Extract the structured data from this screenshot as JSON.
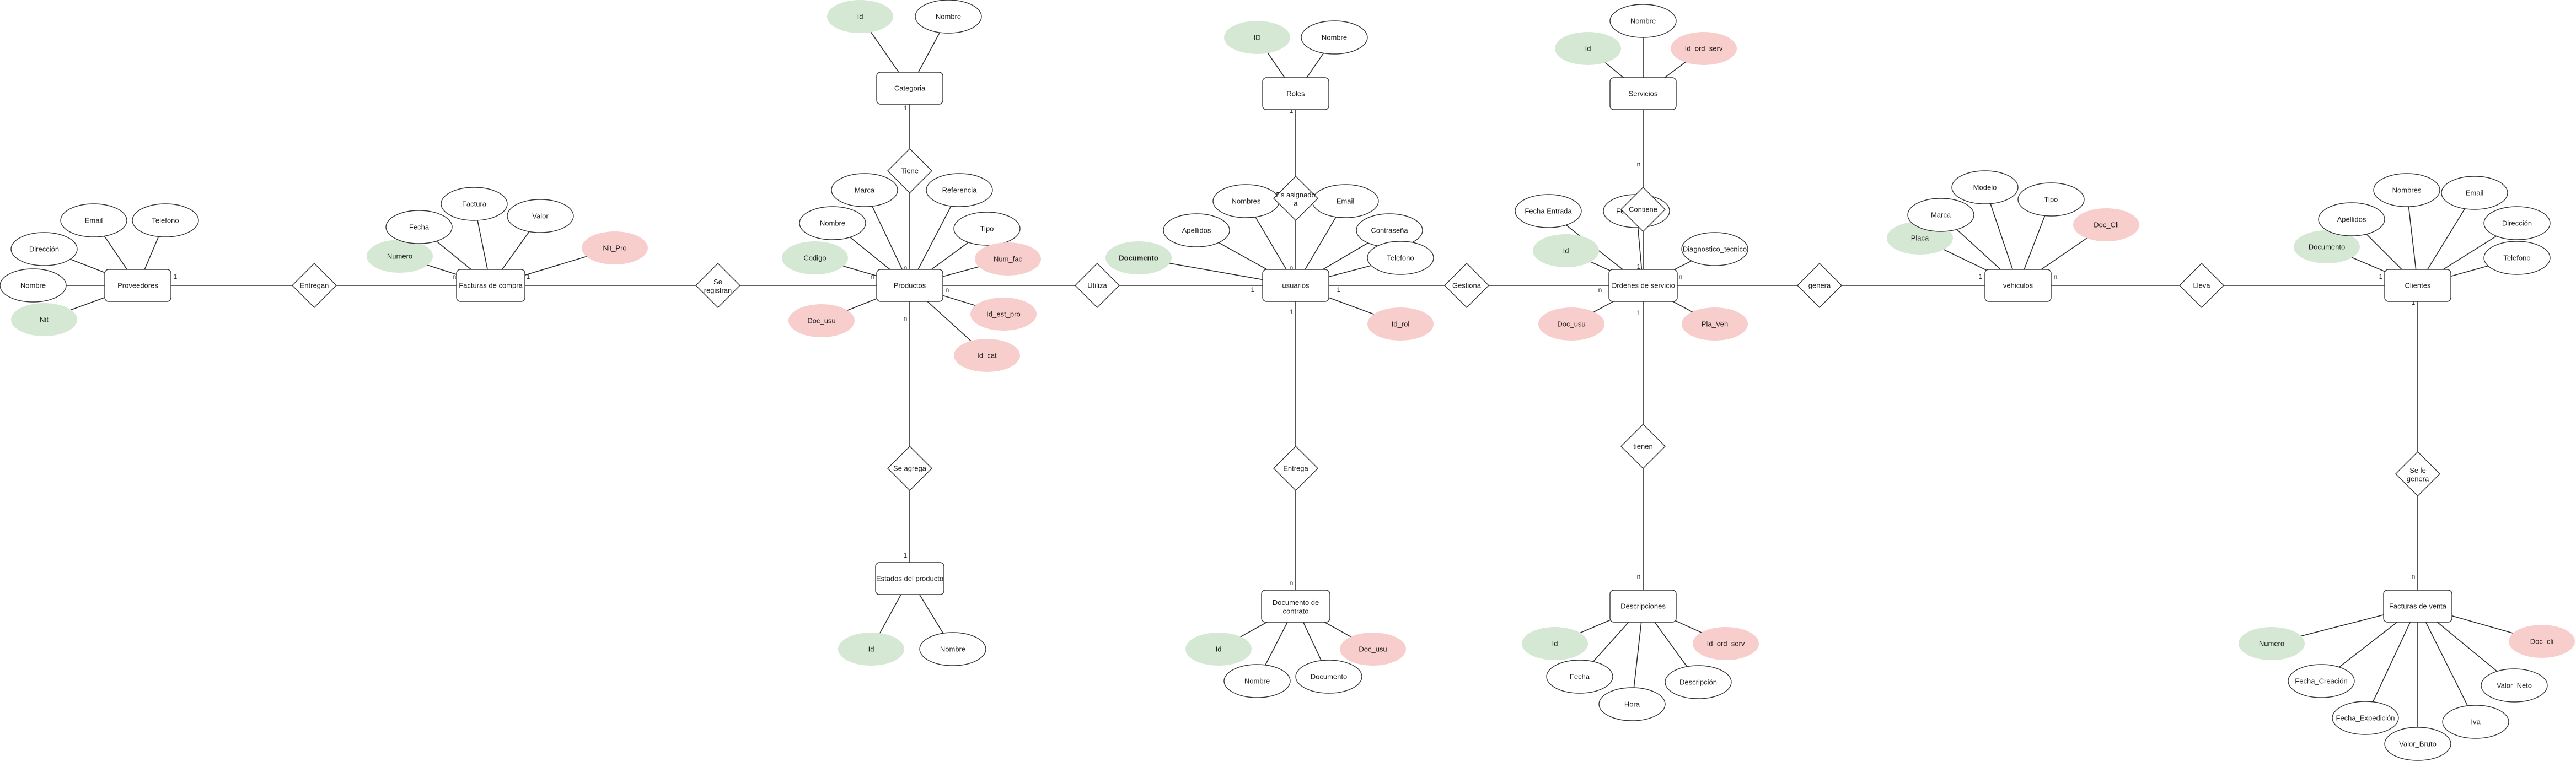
{
  "colors": {
    "key_fill": "#d5e8d4",
    "fk_fill": "#f8cecc",
    "attr_fill": "#ffffff",
    "stroke": "#333333",
    "line": "#2b2b2b"
  },
  "entities": [
    {
      "id": "proveedores",
      "label": "Proveedores"
    },
    {
      "id": "facturas_compra",
      "label": "Facturas de compra"
    },
    {
      "id": "productos",
      "label": "Productos"
    },
    {
      "id": "categoria",
      "label": "Categoria"
    },
    {
      "id": "estados",
      "label": "Estados del producto"
    },
    {
      "id": "usuarios",
      "label": "usuarios"
    },
    {
      "id": "roles",
      "label": "Roles"
    },
    {
      "id": "doc_contrato",
      "label": "Documento de contrato"
    },
    {
      "id": "ordenes",
      "label": "Ordenes de servicio"
    },
    {
      "id": "servicios",
      "label": "Servicios"
    },
    {
      "id": "descripciones",
      "label": "Descripciones"
    },
    {
      "id": "vehiculos",
      "label": "vehiculos"
    },
    {
      "id": "clientes",
      "label": "Clientes"
    },
    {
      "id": "facturas_venta",
      "label": "Facturas de venta"
    }
  ],
  "relationships": [
    {
      "id": "entregan",
      "label": "Entregan"
    },
    {
      "id": "se_registran",
      "label": "Se registran"
    },
    {
      "id": "tiene",
      "label": "Tiene"
    },
    {
      "id": "se_agrega",
      "label": "Se agrega"
    },
    {
      "id": "utiliza",
      "label": "Utiliza"
    },
    {
      "id": "es_asignado",
      "label": "Es asignado a"
    },
    {
      "id": "entrega",
      "label": "Entrega"
    },
    {
      "id": "gestiona",
      "label": "Gestiona"
    },
    {
      "id": "contiene",
      "label": "Contiene"
    },
    {
      "id": "tienen",
      "label": "tienen"
    },
    {
      "id": "genera",
      "label": "genera"
    },
    {
      "id": "lleva",
      "label": "Lleva"
    },
    {
      "id": "se_le_genera",
      "label": "Se le genera"
    }
  ],
  "attributes": [
    {
      "id": "prov_id",
      "label": "Nit",
      "kind": "key",
      "of": "proveedores"
    },
    {
      "id": "prov_nombre",
      "label": "Nombre",
      "kind": "normal",
      "of": "proveedores"
    },
    {
      "id": "prov_dir",
      "label": "Dirección",
      "kind": "normal",
      "of": "proveedores"
    },
    {
      "id": "prov_email",
      "label": "Email",
      "kind": "normal",
      "of": "proveedores"
    },
    {
      "id": "prov_tel",
      "label": "Telefono",
      "kind": "normal",
      "of": "proveedores"
    },
    {
      "id": "fc_numero",
      "label": "Numero",
      "kind": "key",
      "of": "facturas_compra"
    },
    {
      "id": "fc_fecha",
      "label": "Fecha",
      "kind": "normal",
      "of": "facturas_compra"
    },
    {
      "id": "fc_factura",
      "label": "Factura",
      "kind": "normal",
      "of": "facturas_compra"
    },
    {
      "id": "fc_valor",
      "label": "Valor",
      "kind": "normal",
      "of": "facturas_compra"
    },
    {
      "id": "fc_nitpro",
      "label": "Nit_Pro",
      "kind": "fk",
      "of": "facturas_compra"
    },
    {
      "id": "cat_id",
      "label": "Id",
      "kind": "key",
      "of": "categoria"
    },
    {
      "id": "cat_nombre",
      "label": "Nombre",
      "kind": "normal",
      "of": "categoria"
    },
    {
      "id": "prod_codigo",
      "label": "Codigo",
      "kind": "key",
      "of": "productos"
    },
    {
      "id": "prod_nombre",
      "label": "Nombre",
      "kind": "normal",
      "of": "productos"
    },
    {
      "id": "prod_marca",
      "label": "Marca",
      "kind": "normal",
      "of": "productos"
    },
    {
      "id": "prod_ref",
      "label": "Referencia",
      "kind": "normal",
      "of": "productos"
    },
    {
      "id": "prod_tipo",
      "label": "Tipo",
      "kind": "normal",
      "of": "productos"
    },
    {
      "id": "prod_numfac",
      "label": "Num_fac",
      "kind": "fk",
      "of": "productos"
    },
    {
      "id": "prod_docusu",
      "label": "Doc_usu",
      "kind": "fk",
      "of": "productos"
    },
    {
      "id": "prod_idestpro",
      "label": "Id_est_pro",
      "kind": "fk",
      "of": "productos"
    },
    {
      "id": "prod_idcat",
      "label": "Id_cat",
      "kind": "fk",
      "of": "productos"
    },
    {
      "id": "est_id",
      "label": "Id",
      "kind": "key",
      "of": "estados"
    },
    {
      "id": "est_nombre",
      "label": "Nombre",
      "kind": "normal",
      "of": "estados"
    },
    {
      "id": "rol_id",
      "label": "ID",
      "kind": "key",
      "of": "roles"
    },
    {
      "id": "rol_nombre",
      "label": "Nombre",
      "kind": "normal",
      "of": "roles"
    },
    {
      "id": "usu_doc",
      "label": "Documento",
      "kind": "key",
      "of": "usuarios"
    },
    {
      "id": "usu_ape",
      "label": "Apellidos",
      "kind": "normal",
      "of": "usuarios"
    },
    {
      "id": "usu_nom",
      "label": "Nombres",
      "kind": "normal",
      "of": "usuarios"
    },
    {
      "id": "usu_email",
      "label": "Email",
      "kind": "normal",
      "of": "usuarios"
    },
    {
      "id": "usu_pass",
      "label": "Contraseña",
      "kind": "normal",
      "of": "usuarios"
    },
    {
      "id": "usu_tel",
      "label": "Telefono",
      "kind": "normal",
      "of": "usuarios"
    },
    {
      "id": "usu_idrol",
      "label": "Id_rol",
      "kind": "fk",
      "of": "usuarios"
    },
    {
      "id": "dc_id",
      "label": "Id",
      "kind": "key",
      "of": "doc_contrato"
    },
    {
      "id": "dc_nombre",
      "label": "Nombre",
      "kind": "normal",
      "of": "doc_contrato"
    },
    {
      "id": "dc_doc",
      "label": "Documento",
      "kind": "normal",
      "of": "doc_contrato"
    },
    {
      "id": "dc_docusu",
      "label": "Doc_usu",
      "kind": "fk",
      "of": "doc_contrato"
    },
    {
      "id": "serv_id",
      "label": "Id",
      "kind": "key",
      "of": "servicios"
    },
    {
      "id": "serv_nombre",
      "label": "Nombre",
      "kind": "normal",
      "of": "servicios"
    },
    {
      "id": "serv_idord",
      "label": "Id_ord_serv",
      "kind": "fk",
      "of": "servicios"
    },
    {
      "id": "ord_id",
      "label": "Id",
      "kind": "key",
      "of": "ordenes"
    },
    {
      "id": "ord_fent",
      "label": "Fecha Entrada",
      "kind": "normal",
      "of": "ordenes"
    },
    {
      "id": "ord_fsal",
      "label": "Fecha salida",
      "kind": "normal",
      "of": "ordenes"
    },
    {
      "id": "ord_diag",
      "label": "Diagnostico_tecnico",
      "kind": "normal",
      "of": "ordenes"
    },
    {
      "id": "ord_docusu",
      "label": "Doc_usu",
      "kind": "fk",
      "of": "ordenes"
    },
    {
      "id": "ord_plaveh",
      "label": "Pla_Veh",
      "kind": "fk",
      "of": "ordenes"
    },
    {
      "id": "des_id",
      "label": "Id",
      "kind": "key",
      "of": "descripciones"
    },
    {
      "id": "des_fecha",
      "label": "Fecha",
      "kind": "normal",
      "of": "descripciones"
    },
    {
      "id": "des_hora",
      "label": "Hora",
      "kind": "normal",
      "of": "descripciones"
    },
    {
      "id": "des_desc",
      "label": "Descripción",
      "kind": "normal",
      "of": "descripciones"
    },
    {
      "id": "des_idord",
      "label": "Id_ord_serv",
      "kind": "fk",
      "of": "descripciones"
    },
    {
      "id": "veh_placa",
      "label": "Placa",
      "kind": "key",
      "of": "vehiculos"
    },
    {
      "id": "veh_marca",
      "label": "Marca",
      "kind": "normal",
      "of": "vehiculos"
    },
    {
      "id": "veh_modelo",
      "label": "Modelo",
      "kind": "normal",
      "of": "vehiculos"
    },
    {
      "id": "veh_tipo",
      "label": "Tipo",
      "kind": "normal",
      "of": "vehiculos"
    },
    {
      "id": "veh_doccli",
      "label": "Doc_Cli",
      "kind": "fk",
      "of": "vehiculos"
    },
    {
      "id": "cli_doc",
      "label": "Documento",
      "kind": "key",
      "of": "clientes"
    },
    {
      "id": "cli_ape",
      "label": "Apellidos",
      "kind": "normal",
      "of": "clientes"
    },
    {
      "id": "cli_nom",
      "label": "Nombres",
      "kind": "normal",
      "of": "clientes"
    },
    {
      "id": "cli_email",
      "label": "Email",
      "kind": "normal",
      "of": "clientes"
    },
    {
      "id": "cli_dir",
      "label": "Dirección",
      "kind": "normal",
      "of": "clientes"
    },
    {
      "id": "cli_tel",
      "label": "Telefono",
      "kind": "normal",
      "of": "clientes"
    },
    {
      "id": "fv_numero",
      "label": "Numero",
      "kind": "key",
      "of": "facturas_venta"
    },
    {
      "id": "fv_fcre",
      "label": "Fecha_Creación",
      "kind": "normal",
      "of": "facturas_venta"
    },
    {
      "id": "fv_fexp",
      "label": "Fecha_Expedición",
      "kind": "normal",
      "of": "facturas_venta"
    },
    {
      "id": "fv_vbruto",
      "label": "Valor_Bruto",
      "kind": "normal",
      "of": "facturas_venta"
    },
    {
      "id": "fv_iva",
      "label": "Iva",
      "kind": "normal",
      "of": "facturas_venta"
    },
    {
      "id": "fv_vneto",
      "label": "Valor_Neto",
      "kind": "normal",
      "of": "facturas_venta"
    },
    {
      "id": "fv_doccli",
      "label": "Doc_cli",
      "kind": "fk",
      "of": "facturas_venta"
    }
  ],
  "connections": [
    {
      "from": "proveedores",
      "to": "entregan",
      "card": "1"
    },
    {
      "from": "entregan",
      "to": "facturas_compra",
      "card": "n"
    },
    {
      "from": "facturas_compra",
      "to": "se_registran",
      "card": "1"
    },
    {
      "from": "se_registran",
      "to": "productos",
      "card": "n"
    },
    {
      "from": "categoria",
      "to": "tiene",
      "card": "1"
    },
    {
      "from": "tiene",
      "to": "productos",
      "card": "n"
    },
    {
      "from": "productos",
      "to": "se_agrega",
      "card": "n"
    },
    {
      "from": "se_agrega",
      "to": "estados",
      "card": "1"
    },
    {
      "from": "productos",
      "to": "utiliza",
      "card": "n"
    },
    {
      "from": "utiliza",
      "to": "usuarios",
      "card": "1"
    },
    {
      "from": "roles",
      "to": "es_asignado",
      "card": "1"
    },
    {
      "from": "es_asignado",
      "to": "usuarios",
      "card": "n"
    },
    {
      "from": "usuarios",
      "to": "entrega",
      "card": "1"
    },
    {
      "from": "entrega",
      "to": "doc_contrato",
      "card": "n"
    },
    {
      "from": "usuarios",
      "to": "gestiona",
      "card": "1"
    },
    {
      "from": "gestiona",
      "to": "ordenes",
      "card": "n"
    },
    {
      "from": "servicios",
      "to": "contiene",
      "card": "n"
    },
    {
      "from": "contiene",
      "to": "ordenes",
      "card": "1"
    },
    {
      "from": "ordenes",
      "to": "tienen",
      "card": "1"
    },
    {
      "from": "tienen",
      "to": "descripciones",
      "card": "n"
    },
    {
      "from": "ordenes",
      "to": "genera",
      "card": "n"
    },
    {
      "from": "genera",
      "to": "vehiculos",
      "card": "1"
    },
    {
      "from": "vehiculos",
      "to": "lleva",
      "card": "n"
    },
    {
      "from": "lleva",
      "to": "clientes",
      "card": "1"
    },
    {
      "from": "clientes",
      "to": "se_le_genera",
      "card": "1"
    },
    {
      "from": "se_le_genera",
      "to": "facturas_venta",
      "card": "n"
    }
  ]
}
